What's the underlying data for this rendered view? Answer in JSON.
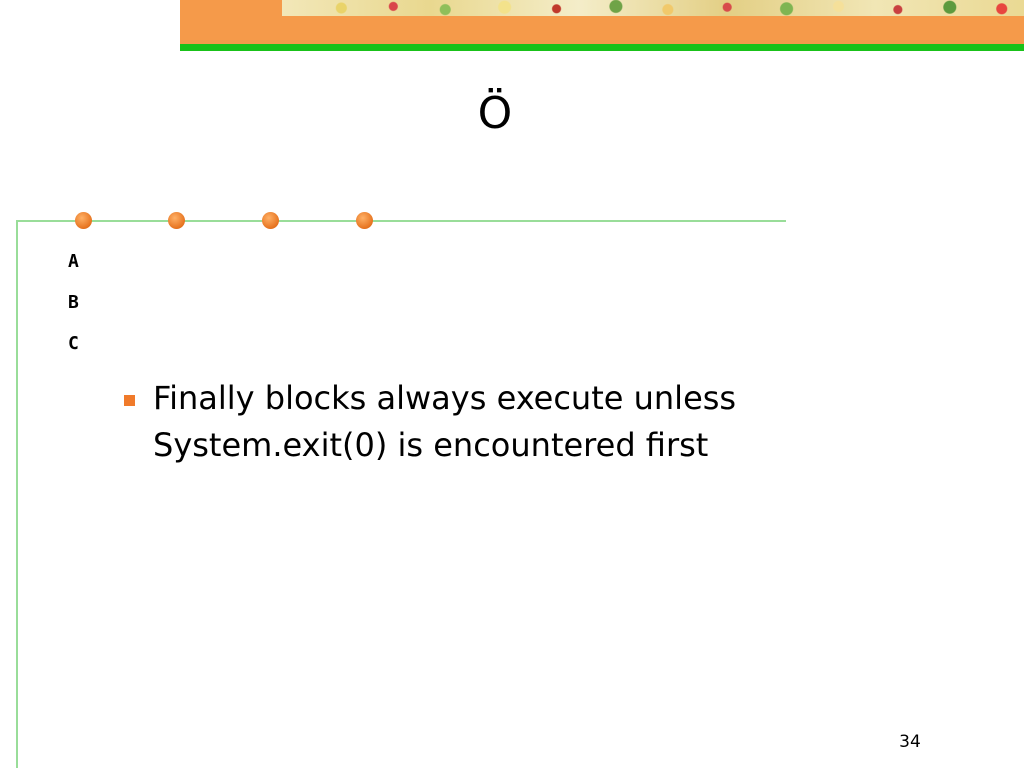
{
  "slide": {
    "title": "Ö",
    "code_lines": [
      "A",
      "B",
      "C"
    ],
    "bullets": [
      {
        "text": "Finally blocks always execute unless System.exit(0) is encountered first"
      }
    ],
    "page_number": "34"
  },
  "theme": {
    "accent_orange": "#f59a4a",
    "accent_green": "#19c219",
    "frame_color": "#99dd99",
    "bullet_color": "#f07a2a"
  }
}
